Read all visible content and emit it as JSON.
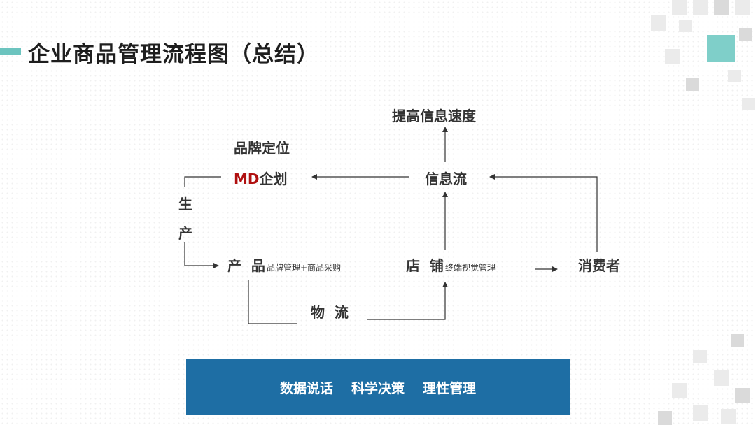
{
  "slide": {
    "title": "企业商品管理流程图（总结）"
  },
  "diagram": {
    "top_goal": "提高信息速度",
    "brand": "品牌定位",
    "md_prefix": "MD",
    "md_suffix": "企划",
    "info_flow": "信息流",
    "production": [
      "生",
      "产"
    ],
    "product": "产  品",
    "product_sub": "品牌管理+商品采购",
    "store": "店  铺",
    "store_sub": "终端视觉管理",
    "consumer": "消费者",
    "logistics": "物  流"
  },
  "banner": {
    "items": [
      "数据说话",
      "科学决策",
      "理性管理"
    ],
    "color": "#1e6ea4"
  },
  "colors": {
    "accent_teal": "#6cc4bf",
    "md_red": "#b01010"
  }
}
